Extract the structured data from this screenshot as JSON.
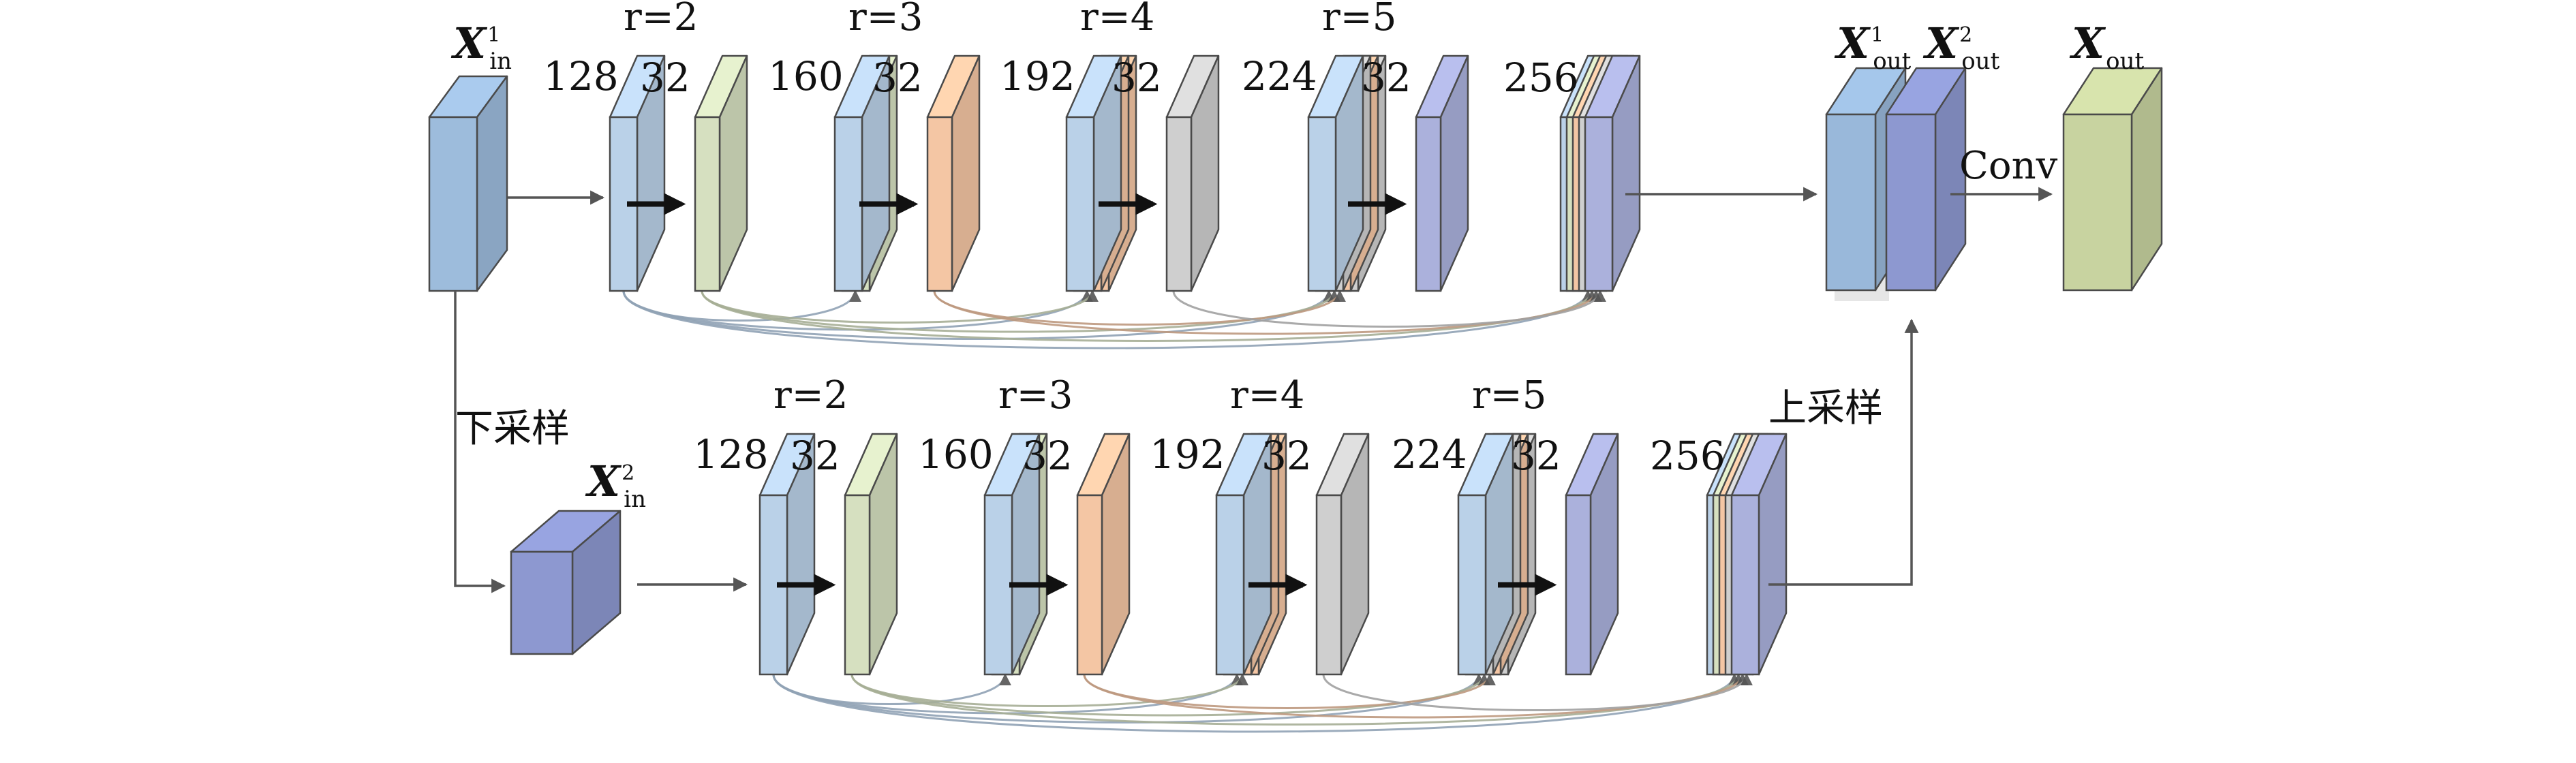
{
  "palette": {
    "input_blue": "#9dbcdc",
    "layer_blue": "#bad1e8",
    "green": "#d6e0c0",
    "orange": "#f4c6a4",
    "gray": "#cfcfcf",
    "purple": "#abb1dc",
    "out_blue": "#99b8da",
    "out_purple": "#8d98d0",
    "out_green": "#c8d3a0",
    "stroke": "#4a4a4a",
    "arrow": "#555555"
  },
  "labels": {
    "x_in1": {
      "base": "X",
      "sub": "in",
      "sup": "1"
    },
    "x_in2": {
      "base": "X",
      "sub": "in",
      "sup": "2"
    },
    "x_out1": {
      "base": "X",
      "sub": "out",
      "sup": "1"
    },
    "x_out2": {
      "base": "X",
      "sub": "out",
      "sup": "2"
    },
    "x_out": {
      "base": "X",
      "sub": "out"
    },
    "downsample": "下采样",
    "upsample": "上采样",
    "conv": "Conv"
  },
  "rows": [
    {
      "name": "top",
      "blocks": [
        {
          "in_channels": "128",
          "growth": "32",
          "rate": "r=2"
        },
        {
          "in_channels": "160",
          "growth": "32",
          "rate": "r=3"
        },
        {
          "in_channels": "192",
          "growth": "32",
          "rate": "r=4"
        },
        {
          "in_channels": "224",
          "growth": "32",
          "rate": "r=5"
        }
      ],
      "final_channels": "256"
    },
    {
      "name": "bottom",
      "blocks": [
        {
          "in_channels": "128",
          "growth": "32",
          "rate": "r=2"
        },
        {
          "in_channels": "160",
          "growth": "32",
          "rate": "r=3"
        },
        {
          "in_channels": "192",
          "growth": "32",
          "rate": "r=4"
        },
        {
          "in_channels": "224",
          "growth": "32",
          "rate": "r=5"
        }
      ],
      "final_channels": "256"
    }
  ]
}
